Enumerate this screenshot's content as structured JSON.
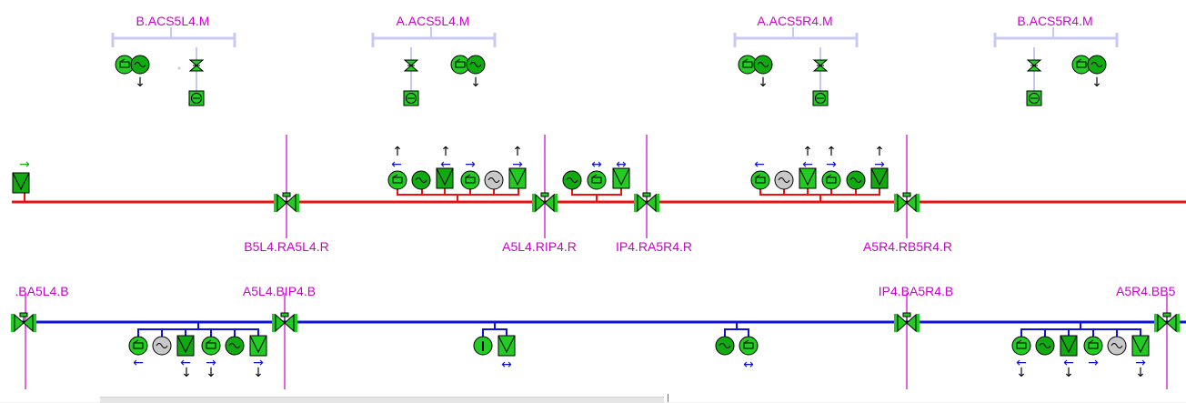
{
  "colors": {
    "red_header": "#ee1111",
    "blue_header": "#1111dd",
    "main_bus": "#c8c8f5",
    "marker": "#cc00cc",
    "green": "#22cc22",
    "dark_green": "#11aa11",
    "grey": "#c8c8c8"
  },
  "main_bus_labels": [
    "B.ACS5L4.M",
    "A.ACS5L4.M",
    "A.ACS5R4.M",
    "B.ACS5R4.M"
  ],
  "red_header_labels": [
    "B5L4.RA5L4.R",
    "A5L4.RIP4.R",
    "IP4.RA5R4.R",
    "A5R4.RB5R4.R"
  ],
  "blue_header_labels": [
    ".BA5L4.B",
    "A5L4.BIP4.B",
    "IP4.BA5R4.B",
    "A5R4.BB5"
  ],
  "icons": {
    "pump": "pump-icon",
    "heater": "heater-icon",
    "tank": "tank-icon",
    "valve": "valve-icon",
    "instrument": "instrument-icon",
    "filter": "filter-icon"
  }
}
